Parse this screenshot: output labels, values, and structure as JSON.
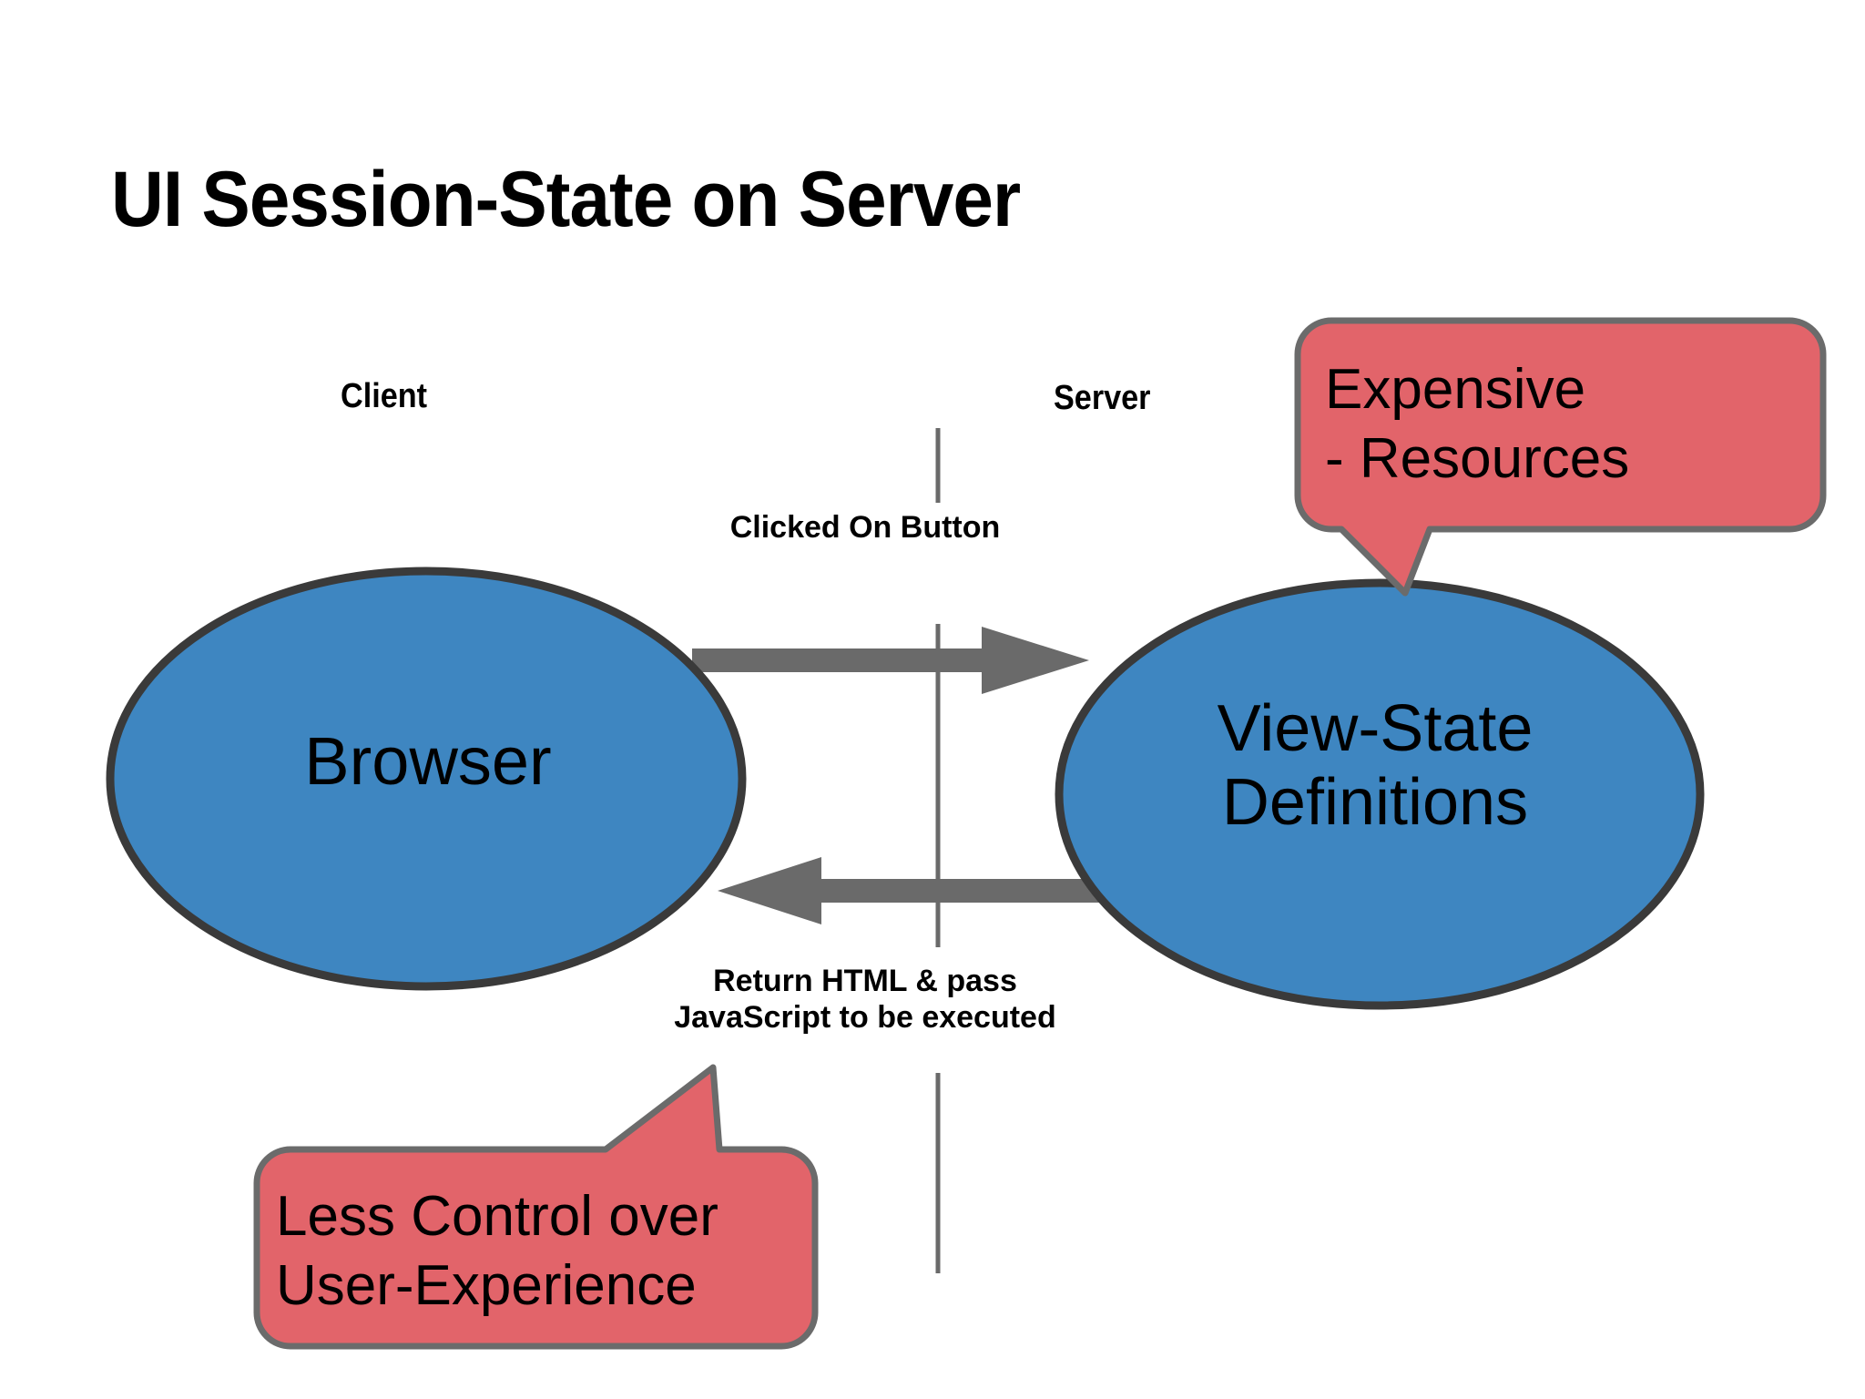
{
  "slide": {
    "title": "UI Session-State on Server",
    "background_color": "#FFFFFF"
  },
  "colors": {
    "node_fill": "#3E86C1",
    "node_stroke": "#3A3A3A",
    "callout_fill": "#E2646A",
    "callout_stroke": "#6B6B6B",
    "arrow": "#6A6A6A",
    "divider": "#6A6A6A",
    "text": "#000000"
  },
  "zones": {
    "client_label": "Client",
    "server_label": "Server",
    "divider_name": "client-server-divider"
  },
  "nodes": [
    {
      "id": "browser",
      "label": "Browser",
      "lines": [
        "Browser"
      ],
      "shape": "ellipse",
      "side": "client"
    },
    {
      "id": "view-state-definitions",
      "label": "View-State Definitions",
      "lines": [
        "View-State",
        "Definitions"
      ],
      "shape": "ellipse",
      "side": "server"
    }
  ],
  "arrows": [
    {
      "id": "request-arrow",
      "label": "Clicked On Button",
      "lines": [
        "Clicked On Button"
      ],
      "direction": "right",
      "from": "browser",
      "to": "view-state-definitions"
    },
    {
      "id": "response-arrow",
      "label": "Return HTML & pass JavaScript to be executed",
      "lines": [
        "Return HTML & pass",
        "JavaScript to be executed"
      ],
      "direction": "left",
      "from": "view-state-definitions",
      "to": "browser"
    }
  ],
  "callouts": [
    {
      "id": "expensive-resources",
      "lines": [
        "Expensive",
        "- Resources"
      ],
      "text": "Expensive\n- Resources",
      "points_to": "view-state-definitions",
      "tail": "down-left"
    },
    {
      "id": "less-control",
      "lines": [
        "Less Control over",
        "User-Experience"
      ],
      "text": "Less Control over\nUser-Experience",
      "points_to": "response-arrow",
      "tail": "up-right"
    }
  ]
}
